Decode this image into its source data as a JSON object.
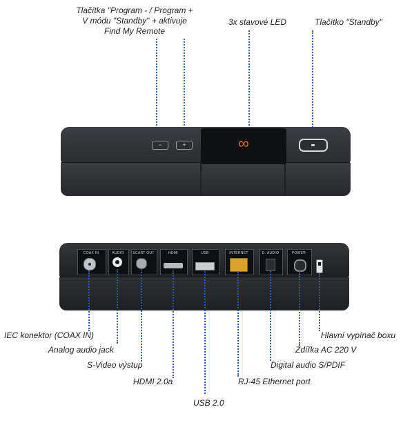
{
  "top_labels": {
    "program_buttons": "Tlačítka \"Program -  /  Program +\nV módu \"Standby\" + aktivuje\nFind My Remote",
    "status_leds": "3x stavové LED",
    "standby_button": "Tlačítko \"Standby\""
  },
  "front_device": {
    "minus_symbol": "−",
    "plus_symbol": "+",
    "logo_symbol": "∞",
    "logo_color": "#e46a22"
  },
  "rear_ports": {
    "coax_in": "COAX IN",
    "audio": "AUDIO",
    "scart_out": "SCART OUT",
    "hdmi": "HDMI",
    "usb": "USB",
    "internet": "INTERNET",
    "d_audio": "D. AUDIO",
    "power": "POWER"
  },
  "bottom_labels": {
    "iec": "IEC konektor (COAX IN)",
    "analog_audio": "Analog audio jack",
    "svideo": "S-Video výstup",
    "hdmi": "HDMI 2.0a",
    "usb": "USB 2.0",
    "rj45": "RJ-45 Ethernet port",
    "digital_audio": "Digital audio S/PDIF",
    "power_socket": "Zdířka AC 220 V",
    "main_switch": "Hlavní vypínač boxu"
  },
  "colors": {
    "leader_line": "#2a5db0",
    "device_body": "#2a2c2f"
  }
}
